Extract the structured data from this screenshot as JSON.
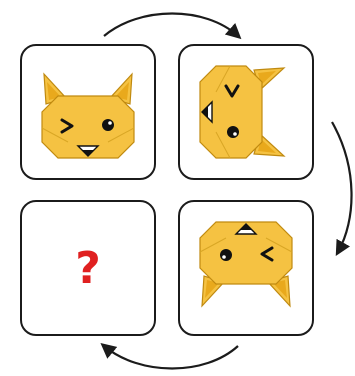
{
  "colors": {
    "cat_face": "#F5C242",
    "cat_ear_inner": "#E9A91C",
    "outline": "#1b1b1b",
    "question_mark": "#E02020",
    "card_background": "#ffffff"
  },
  "cards": [
    {
      "position": "top-left",
      "content": "cat-face-upright"
    },
    {
      "position": "top-right",
      "content": "cat-face-rotated-90-clockwise"
    },
    {
      "position": "bottom-right",
      "content": "cat-face-rotated-180"
    },
    {
      "position": "bottom-left",
      "content": "question-mark"
    }
  ],
  "unknown_card": {
    "label": "?"
  },
  "cycle": {
    "direction": "clockwise",
    "rotation_step_degrees": 90
  }
}
